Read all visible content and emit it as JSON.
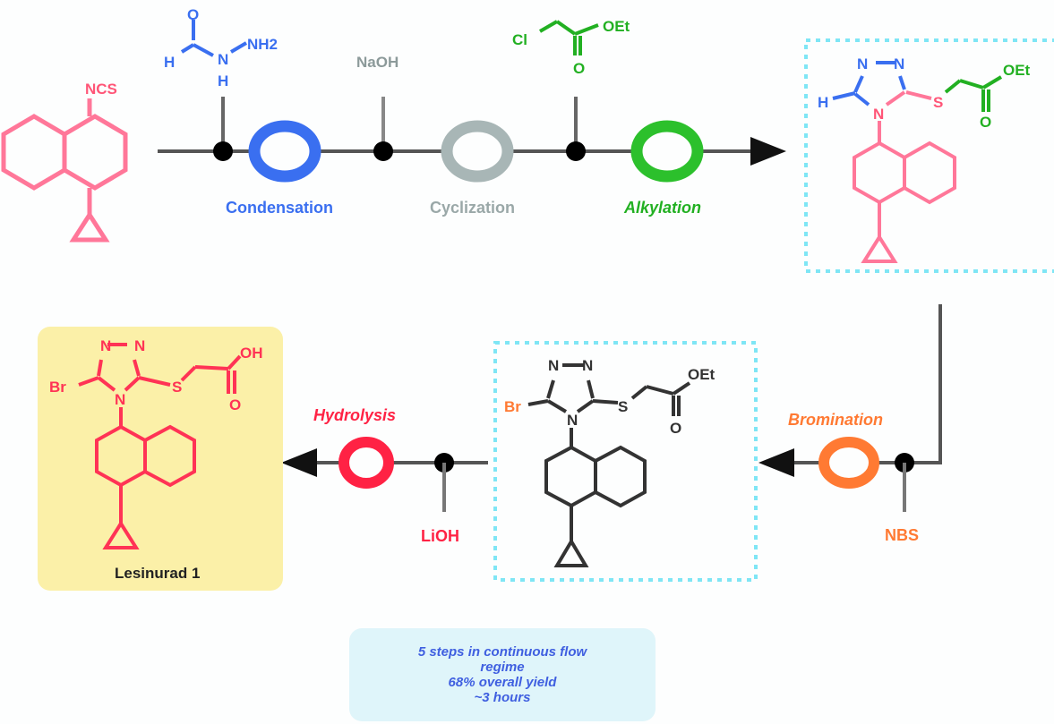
{
  "title": "Continuous flow synthesis of Lesinurad",
  "colors": {
    "condensation": "#3a6ff0",
    "cyclization": "#9aa8a8",
    "alkylation": "#22b022",
    "bromination": "#ff7a33",
    "hydrolysis": "#ff2244",
    "starting_material": "#ff6688",
    "dashed_box": "#7fe6f5",
    "product_box": "#fbf0a8",
    "summary_box": "#dff5fa",
    "summary_text": "#3f5fe0"
  },
  "starting_material": {
    "group": "NCS"
  },
  "steps": [
    {
      "name": "Condensation",
      "reagent_atoms": [
        "O",
        "H",
        "N",
        "H",
        "NH2"
      ]
    },
    {
      "name": "Cyclization",
      "reagent": "NaOH"
    },
    {
      "name": "Alkylation",
      "reagent_atoms": [
        "Cl",
        "OEt",
        "O"
      ]
    },
    {
      "name": "Bromination",
      "reagent": "NBS"
    },
    {
      "name": "Hydrolysis",
      "reagent": "LiOH"
    }
  ],
  "intermediate1": {
    "atoms": [
      "N",
      "N",
      "H",
      "N",
      "S",
      "OEt",
      "O"
    ]
  },
  "intermediate2": {
    "atoms": [
      "N",
      "N",
      "Br",
      "N",
      "S",
      "OEt",
      "O"
    ]
  },
  "product": {
    "atoms": [
      "N",
      "N",
      "Br",
      "N",
      "S",
      "OH",
      "O"
    ],
    "label": "Lesinurad 1"
  },
  "summary": {
    "line1": "5 steps in continuous flow",
    "line2": "regime",
    "line3": "68% overall yield",
    "line4": "~3 hours"
  }
}
